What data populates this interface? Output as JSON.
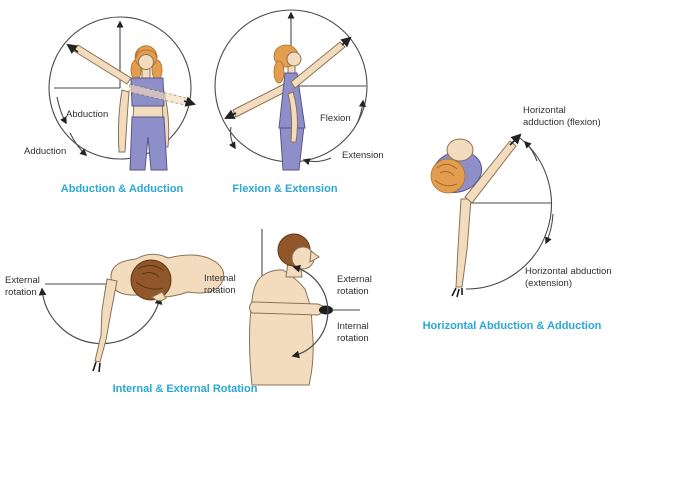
{
  "page": {
    "background": "#ffffff"
  },
  "colors": {
    "line": "#4a4a4a",
    "label": "#2f2f2f",
    "caption": "#29a7d8",
    "skin": "#f3dcbe",
    "skin_stroke": "#8a7254",
    "clothing": "#8e8ec9",
    "hair_orange": "#e29d4e",
    "hair_brown": "#91572a"
  },
  "figures": {
    "abduction_adduction": {
      "caption": "Abduction & Adduction",
      "label_abduction": "Abduction",
      "label_adduction": "Adduction"
    },
    "flexion_extension": {
      "caption": "Flexion & Extension",
      "label_flexion": "Flexion",
      "label_extension": "Extension"
    },
    "horizontal_abduction_adduction": {
      "caption": "Horizontal Abduction & Adduction",
      "label_adduction": "Horizontal adduction (flexion)",
      "label_abduction": "Horizontal abduction (extension)"
    },
    "internal_external_rotation": {
      "caption": "Internal & External Rotation",
      "top_view": {
        "label_external": "External rotation",
        "label_internal": "Internal rotation"
      },
      "side_view": {
        "label_external": "External rotation",
        "label_internal": "Internal rotation"
      }
    }
  }
}
